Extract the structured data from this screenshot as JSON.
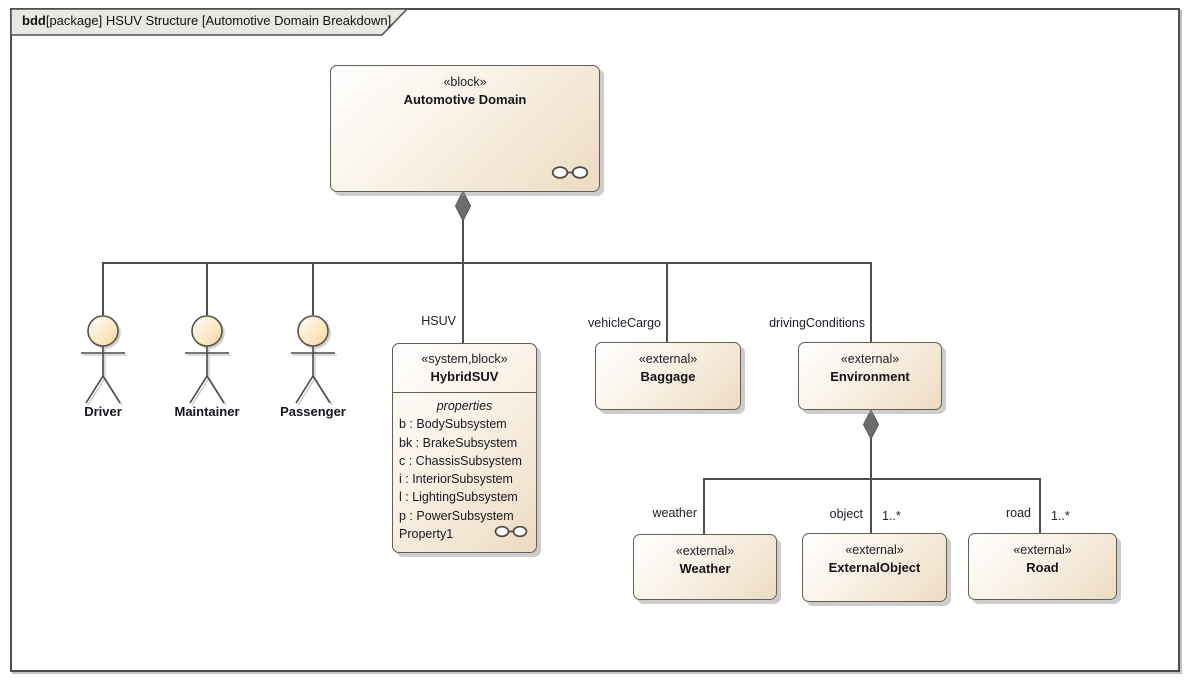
{
  "tab": {
    "keyword": "bdd",
    "title": "[package] HSUV Structure [Automotive Domain Breakdown]"
  },
  "blocks": {
    "automotive_domain": {
      "stereotype": "«block»",
      "name": "Automotive Domain"
    },
    "hybrid_suv": {
      "stereotype": "«system,block»",
      "name": "HybridSUV",
      "compartment_title": "properties",
      "properties": [
        "b : BodySubsystem",
        "bk : BrakeSubsystem",
        "c : ChassisSubsystem",
        "i : InteriorSubsystem",
        "l : LightingSubsystem",
        "p : PowerSubsystem",
        "Property1"
      ]
    },
    "baggage": {
      "stereotype": "«external»",
      "name": "Baggage"
    },
    "environment": {
      "stereotype": "«external»",
      "name": "Environment"
    },
    "weather": {
      "stereotype": "«external»",
      "name": "Weather"
    },
    "external_object": {
      "stereotype": "«external»",
      "name": "ExternalObject"
    },
    "road": {
      "stereotype": "«external»",
      "name": "Road"
    }
  },
  "actors": [
    {
      "name": "Driver"
    },
    {
      "name": "Maintainer"
    },
    {
      "name": "Passenger"
    }
  ],
  "connector_labels": {
    "hsuv": "HSUV",
    "vehicle_cargo": "vehicleCargo",
    "driving_conditions": "drivingConditions",
    "weather": "weather",
    "object": "object",
    "object_multiplicity": "1..*",
    "road": "road",
    "road_multiplicity": "1..*"
  },
  "colors": {
    "block_fill_start": "#ffffff",
    "block_fill_end": "#eddbc2",
    "block_border": "#615e55",
    "line": "#4f4f4f",
    "diamond_fill": "#6d6d6d",
    "actor_head_fill": "#fbdfa9",
    "shadow": "#bdbdbd",
    "tab_fill": "#e9e8e3"
  }
}
